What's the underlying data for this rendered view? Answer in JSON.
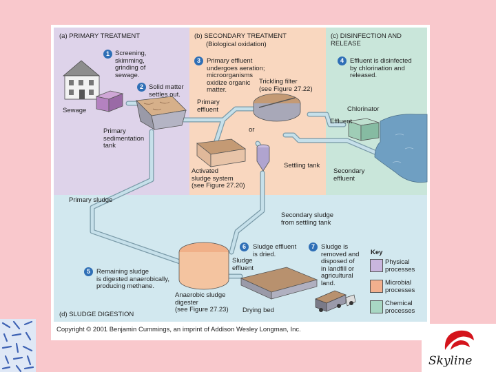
{
  "panels": {
    "primary": {
      "title": "(a) PRIMARY TREATMENT",
      "color": "#ded3ea"
    },
    "secondary": {
      "title": "(b) SECONDARY TREATMENT",
      "subtitle": "(Biological oxidation)",
      "color": "#f9d7bf"
    },
    "disinfection": {
      "title": "(c) DISINFECTION AND\nRELEASE",
      "color": "#c9e6da"
    },
    "sludge": {
      "title": "(d) SLUDGE DIGESTION",
      "color": "#d2e8ef"
    }
  },
  "steps": [
    {
      "num": "1",
      "text": "Screening,\nskimming,\ngrinding of\nsewage."
    },
    {
      "num": "2",
      "text": "Solid matter\nsettles out."
    },
    {
      "num": "3",
      "text": "Primary effluent\nundergoes aeration;\nmicroorganisms\noxidize organic\nmatter."
    },
    {
      "num": "4",
      "text": "Effluent is disinfected\nby chlorination and\nreleased."
    },
    {
      "num": "5",
      "text": "Remaining sludge\nis digested anaerobically,\nproducing methane."
    },
    {
      "num": "6",
      "text": "Sludge effluent\nis dried."
    },
    {
      "num": "7",
      "text": "Sludge is\nremoved and\ndisposed of\nin landfill or\nagricultural\nland."
    }
  ],
  "labels": {
    "sewage": "Sewage",
    "primary_tank": "Primary\nsedimentation\ntank",
    "primary_effluent": "Primary\neffluent",
    "trickling_filter": "Trickling filter\n(see Figure 27.22)",
    "or": "or",
    "activated_sludge": "Activated\nsludge system\n(see Figure 27.20)",
    "settling_tank": "Settling tank",
    "chlorinator": "Chlorinator",
    "effluent": "Effluent",
    "secondary_effluent": "Secondary\neffluent",
    "primary_sludge": "Primary sludge",
    "secondary_sludge": "Secondary sludge\nfrom settling tank",
    "sludge_effluent": "Sludge\neffluent",
    "digester": "Anaerobic sludge\ndigester\n(see Figure 27.23)",
    "drying_bed": "Drying bed"
  },
  "key": {
    "title": "Key",
    "items": [
      {
        "label": "Physical\nprocesses",
        "color": "#c9b6de"
      },
      {
        "label": "Microbial\nprocesses",
        "color": "#f2b08e"
      },
      {
        "label": "Chemical\nprocesses",
        "color": "#a8d7c3"
      }
    ]
  },
  "copyright": "Copyright © 2001 Benjamin Cummings, an imprint of Addison Wesley Longman, Inc.",
  "logo_text": "Skyline",
  "colors": {
    "background": "#f9c8cc",
    "badge": "#2f6fb6",
    "pipe": "#b9d6e2"
  }
}
